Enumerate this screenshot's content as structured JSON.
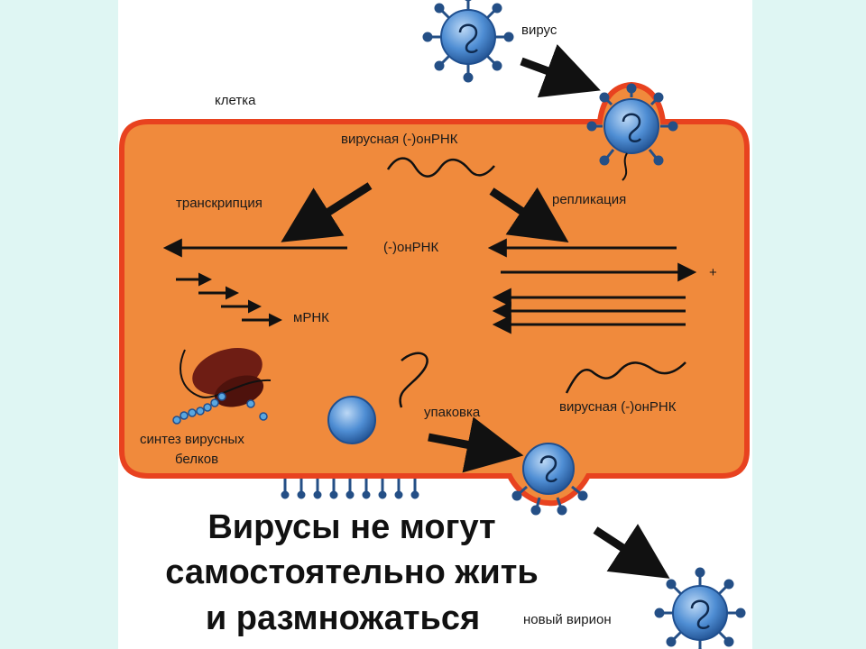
{
  "labels": {
    "virus": "вирус",
    "cell": "клетка",
    "viral_rna_top": "вирусная (-)онРНК",
    "transcription": "транскрипция",
    "replication": "репликация",
    "rna_minus": "(-)онРНК",
    "plus_sign": "+",
    "mrna": "мРНК",
    "protein_synthesis_1": "синтез вирусных",
    "protein_synthesis_2": "белков",
    "packaging": "упаковка",
    "viral_rna_bottom": "вирусная (-)онРНК",
    "new_virion": "новый вирион"
  },
  "caption": {
    "line1": "Вирусы не могут",
    "line2": "самостоятельно жить",
    "line3": "и размножаться"
  },
  "colors": {
    "cell_fill": "#f08a3c",
    "cell_border": "#e8421f",
    "virus_fill": "#2f6fb8",
    "ribosome": "#6e1d14",
    "page_bg": "#dff6f3"
  }
}
